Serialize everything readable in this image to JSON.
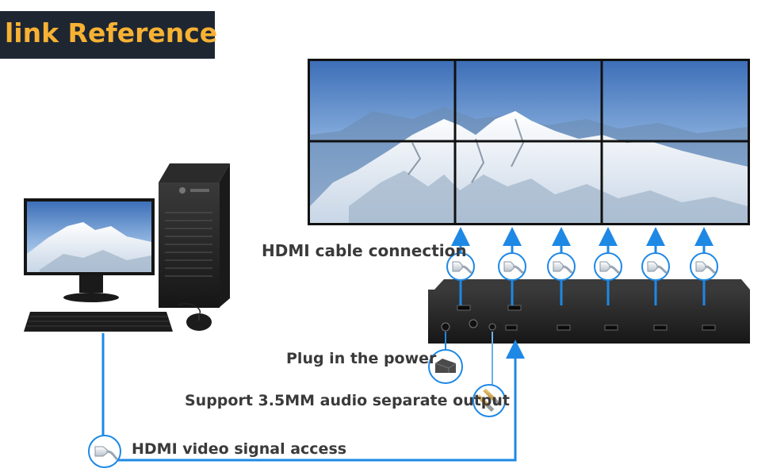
{
  "title": "link Reference",
  "labels": {
    "hdmi_cable_connection": "HDMI cable connection",
    "plug_power": "Plug in the power",
    "audio_output": "Support 3.5MM audio separate output",
    "hdmi_input": "HDMI video signal access"
  },
  "colors": {
    "title_bg": "#1e2632",
    "title_text": "#f7b233",
    "arrow": "#1e88e5",
    "label_text": "#3a3a3a"
  },
  "icons": [
    "computer-tower-icon",
    "monitor-icon",
    "keyboard-icon",
    "mouse-icon",
    "video-wall-icon",
    "hdmi-controller-icon",
    "hdmi-connector-icon",
    "power-adapter-icon",
    "audio-jack-icon"
  ]
}
